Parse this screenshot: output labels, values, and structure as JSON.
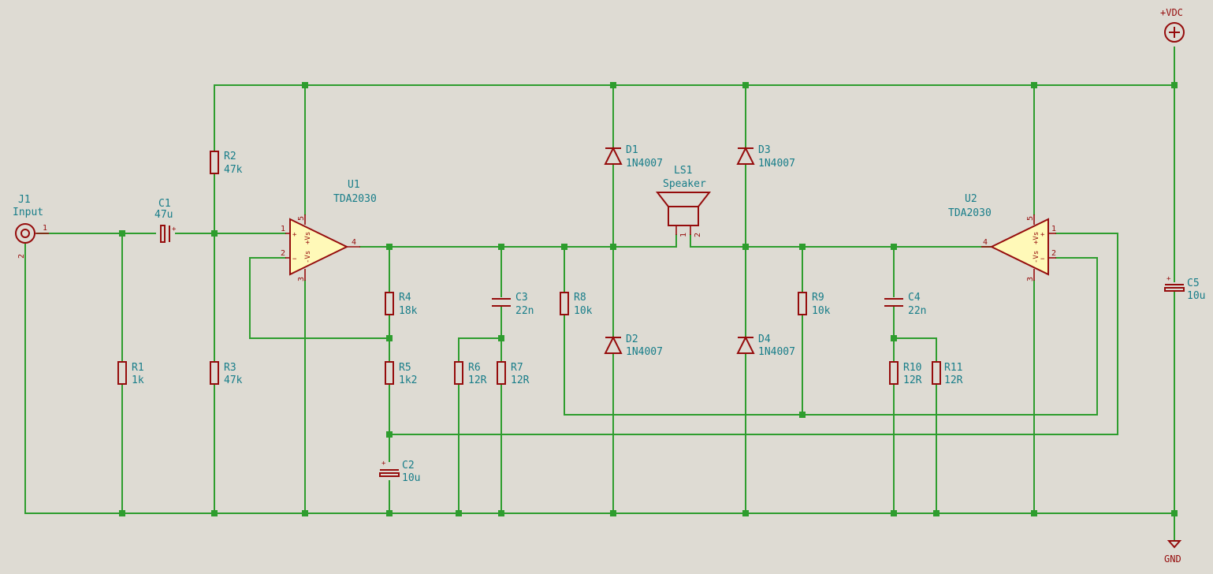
{
  "components": {
    "J1": {
      "ref": "J1",
      "value": "Input",
      "pins": [
        "1",
        "2"
      ]
    },
    "C1": {
      "ref": "C1",
      "value": "47u"
    },
    "R1": {
      "ref": "R1",
      "value": "1k"
    },
    "R2": {
      "ref": "R2",
      "value": "47k"
    },
    "R3": {
      "ref": "R3",
      "value": "47k"
    },
    "U1": {
      "ref": "U1",
      "value": "TDA2030",
      "pins": [
        "1",
        "2",
        "3",
        "4",
        "5"
      ]
    },
    "R4": {
      "ref": "R4",
      "value": "18k"
    },
    "R5": {
      "ref": "R5",
      "value": "1k2"
    },
    "C2": {
      "ref": "C2",
      "value": "10u"
    },
    "C3": {
      "ref": "C3",
      "value": "22n"
    },
    "R6": {
      "ref": "R6",
      "value": "12R"
    },
    "R7": {
      "ref": "R7",
      "value": "12R"
    },
    "R8": {
      "ref": "R8",
      "value": "10k"
    },
    "D1": {
      "ref": "D1",
      "value": "1N4007"
    },
    "D2": {
      "ref": "D2",
      "value": "1N4007"
    },
    "LS1": {
      "ref": "LS1",
      "value": "Speaker",
      "pins": [
        "1",
        "2"
      ]
    },
    "D3": {
      "ref": "D3",
      "value": "1N4007"
    },
    "D4": {
      "ref": "D4",
      "value": "1N4007"
    },
    "R9": {
      "ref": "R9",
      "value": "10k"
    },
    "C4": {
      "ref": "C4",
      "value": "22n"
    },
    "R10": {
      "ref": "R10",
      "value": "12R"
    },
    "R11": {
      "ref": "R11",
      "value": "12R"
    },
    "U2": {
      "ref": "U2",
      "value": "TDA2030",
      "pins": [
        "1",
        "2",
        "3",
        "4",
        "5"
      ]
    },
    "C5": {
      "ref": "C5",
      "value": "10u"
    }
  },
  "opamp_labels": {
    "plus": "+",
    "minus": "−",
    "vplus": "+Vs",
    "vminus": "-Vs",
    "polarity": "+"
  },
  "power": {
    "vdc_label": "+VDC",
    "gnd_label": "GND"
  },
  "colors": {
    "wire": "#2e9d2e",
    "symbol": "#950c0c",
    "text": "#177d89",
    "opamp_fill": "#fff9b8",
    "background": "#dedbd3"
  }
}
